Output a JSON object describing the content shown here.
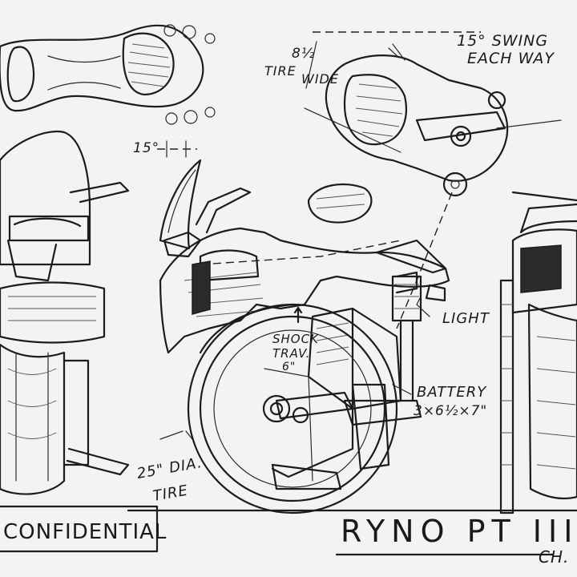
{
  "labels": {
    "swing_line1": "15° SWING",
    "swing_line2": "EACH WAY",
    "tire_width_line1": "8½",
    "tire_width_line2": "TIRE",
    "tire_width_line3": "WIDE",
    "angle_top": "15°",
    "shock_line1": "SHOCK",
    "shock_line2": "TRAV.",
    "shock_line3": "6\"",
    "light": "LIGHT",
    "battery_line1": "BATTERY",
    "battery_line2": "3×6½×7\"",
    "tire_dia_line1": "25\" DIA.",
    "tire_dia_line2": "TIRE",
    "confidential": "CONFIDENTIAL",
    "title": "RYNO PT III",
    "initials": "CH."
  }
}
